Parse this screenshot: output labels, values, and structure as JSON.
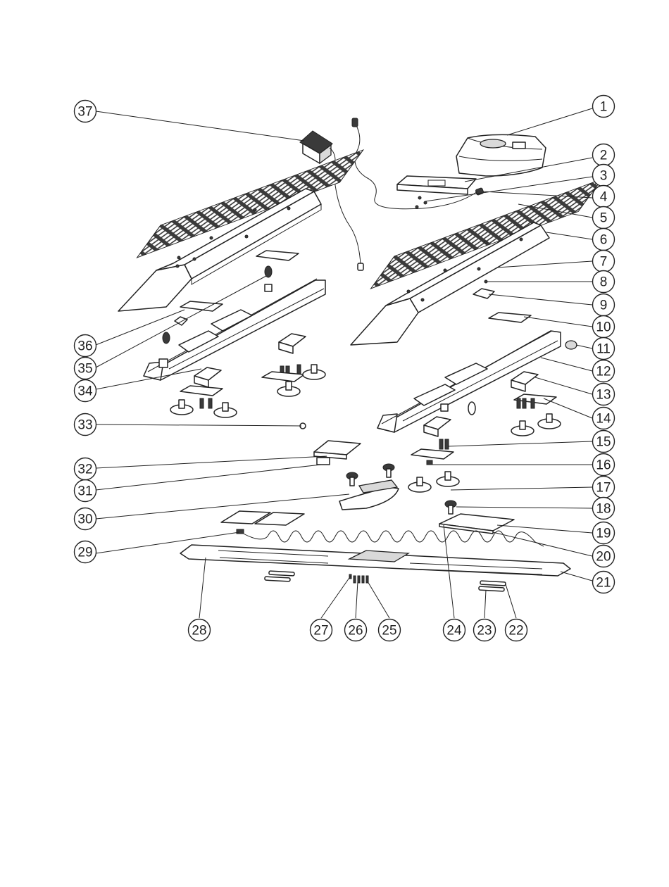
{
  "callouts": [
    {
      "num": "1"
    },
    {
      "num": "2"
    },
    {
      "num": "3"
    },
    {
      "num": "4"
    },
    {
      "num": "5"
    },
    {
      "num": "6"
    },
    {
      "num": "7"
    },
    {
      "num": "8"
    },
    {
      "num": "9"
    },
    {
      "num": "10"
    },
    {
      "num": "11"
    },
    {
      "num": "12"
    },
    {
      "num": "13"
    },
    {
      "num": "14"
    },
    {
      "num": "15"
    },
    {
      "num": "16"
    },
    {
      "num": "17"
    },
    {
      "num": "18"
    },
    {
      "num": "19"
    },
    {
      "num": "20"
    },
    {
      "num": "21"
    },
    {
      "num": "22"
    },
    {
      "num": "23"
    },
    {
      "num": "24"
    },
    {
      "num": "25"
    },
    {
      "num": "26"
    },
    {
      "num": "27"
    },
    {
      "num": "28"
    },
    {
      "num": "29"
    },
    {
      "num": "30"
    },
    {
      "num": "31"
    },
    {
      "num": "32"
    },
    {
      "num": "33"
    },
    {
      "num": "34"
    },
    {
      "num": "35"
    },
    {
      "num": "36"
    },
    {
      "num": "37"
    }
  ],
  "colors": {
    "line": "#222222",
    "background": "#ffffff",
    "mesh": "#3a3a3a"
  }
}
